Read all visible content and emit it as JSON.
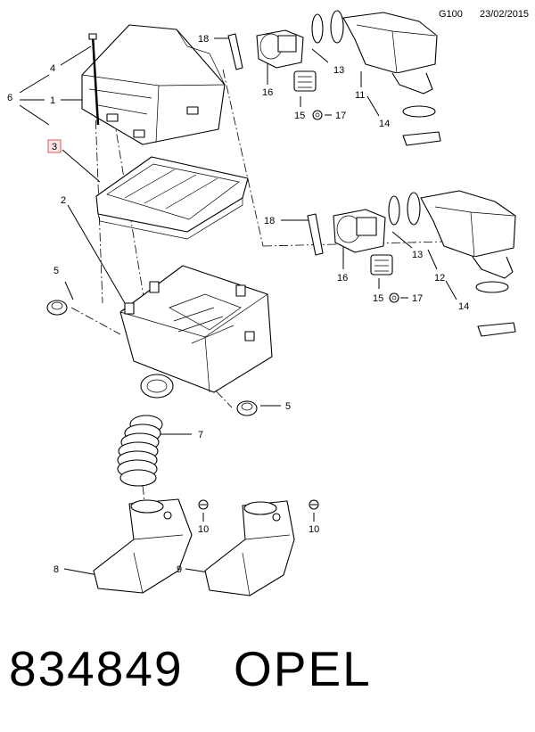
{
  "header": {
    "code": "G100",
    "date": "23/02/2015"
  },
  "callouts": {
    "n1": "1",
    "n2": "2",
    "n3": "3",
    "n4": "4",
    "n5a": "5",
    "n5b": "5",
    "n6": "6",
    "n7": "7",
    "n8": "8",
    "n9": "9",
    "n10a": "10",
    "n10b": "10",
    "n11": "11",
    "n12": "12",
    "n13a": "13",
    "n13b": "13",
    "n14a": "14",
    "n14b": "14",
    "n15a": "15",
    "n15b": "15",
    "n16a": "16",
    "n16b": "16",
    "n17a": "17",
    "n17b": "17",
    "n18a": "18",
    "n18b": "18"
  },
  "footer": {
    "part_number": "834849",
    "brand": "OPEL"
  },
  "colors": {
    "highlight": "#e05050"
  }
}
